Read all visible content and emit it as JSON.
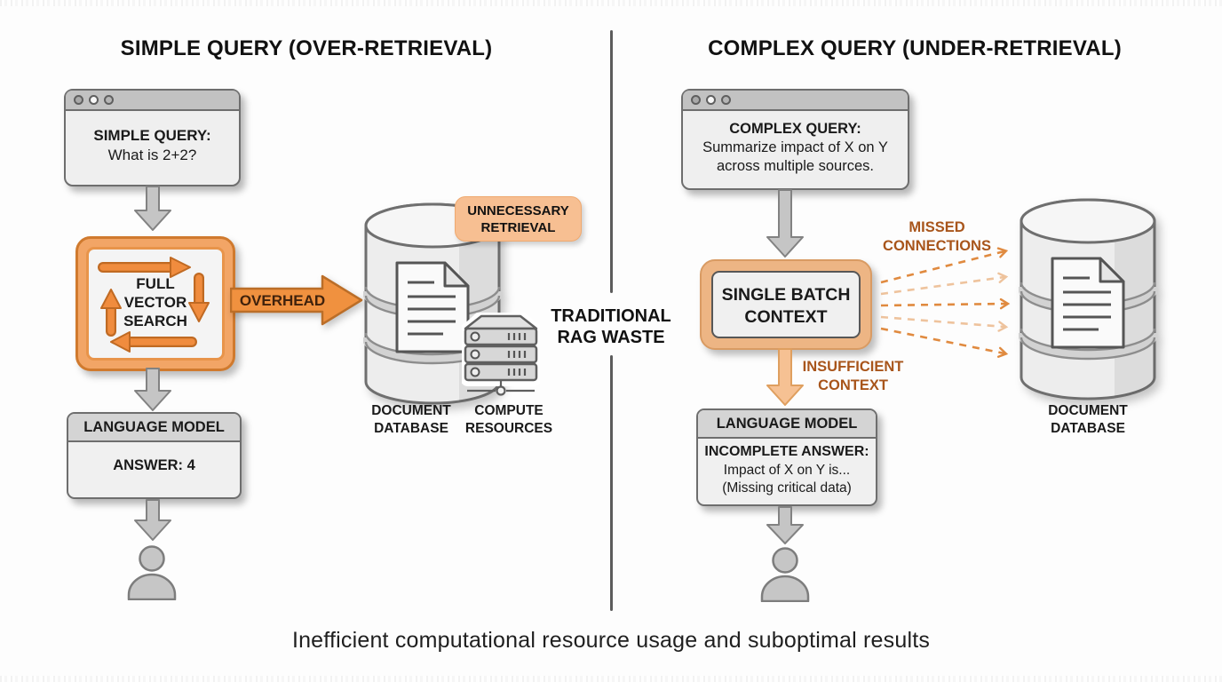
{
  "left_panel": {
    "title": "SIMPLE QUERY (OVER-RETRIEVAL)",
    "query_window": {
      "line1": "SIMPLE QUERY:",
      "line2": "What is 2+2?"
    },
    "process_box": {
      "line1": "FULL",
      "line2": "VECTOR",
      "line3": "SEARCH"
    },
    "overhead_label": "OVERHEAD",
    "retrieval_badge": {
      "line1": "UNNECESSARY",
      "line2": "RETRIEVAL"
    },
    "database_label": {
      "line1": "DOCUMENT",
      "line2": "DATABASE"
    },
    "compute_label": {
      "line1": "COMPUTE",
      "line2": "RESOURCES"
    },
    "language_model": {
      "header": "LANGUAGE MODEL",
      "answer": "ANSWER: 4"
    }
  },
  "divider_label": {
    "line1": "TRADITIONAL",
    "line2": "RAG WASTE"
  },
  "right_panel": {
    "title": "COMPLEX QUERY (UNDER-RETRIEVAL)",
    "query_window": {
      "line1": "COMPLEX QUERY:",
      "line2": "Summarize impact of X on Y",
      "line3": "across multiple sources."
    },
    "context_box": {
      "line1": "SINGLE BATCH",
      "line2": "CONTEXT"
    },
    "missed_label": {
      "line1": "MISSED",
      "line2": "CONNECTIONS"
    },
    "insufficient_label": {
      "line1": "INSUFFICIENT",
      "line2": "CONTEXT"
    },
    "language_model": {
      "header": "LANGUAGE MODEL",
      "line1": "INCOMPLETE ANSWER:",
      "line2": "Impact of X on Y is...",
      "line3": "(Missing critical data)"
    },
    "database_label": {
      "line1": "DOCUMENT",
      "line2": "DATABASE"
    }
  },
  "caption": "Inefficient computational resource usage and suboptimal results",
  "colors": {
    "accent_orange": "#f0913f",
    "light_orange": "#f7bf92",
    "orange_text": "#a8551b",
    "gray_fill": "#c6c6c6",
    "border_gray": "#6e6e6e"
  }
}
